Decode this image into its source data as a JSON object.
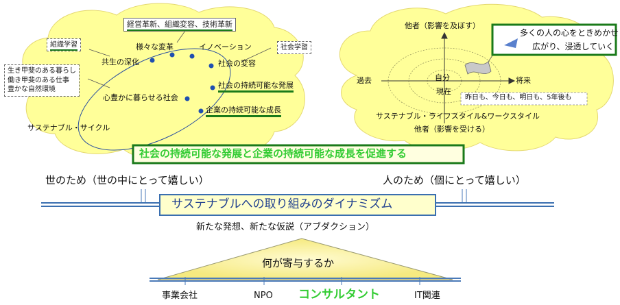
{
  "left_cloud": {
    "box_innovation": "経営革新、組織変容、技術革新",
    "box_org_learning": "組織学習",
    "box_social_learning": "社会学習",
    "box_living": [
      "生き甲斐のある暮らし",
      "働き甲斐のある仕事",
      "豊かな自然環境"
    ],
    "label_change": "様々な変革",
    "label_innovation": "イノベーション",
    "label_symbiosis": "共生の深化",
    "label_society_change": "社会の変容",
    "label_rich_life": "心豊かに暮らせる社会",
    "label_social_dev": "社会の持続可能な発展",
    "label_corp_growth": "企業の持続可能な成長",
    "label_cycle": "サステナブル・サイクル"
  },
  "right_cloud": {
    "label_others_influence": "他者（影響を及ぼす）",
    "label_past": "過去",
    "label_self": "自分",
    "label_now": "現在",
    "label_future": "将来",
    "label_days": "昨日も、今日も、明日も、5年後も",
    "label_lifestyle": "サステナブル・ライフスタイル&ワークスタイル",
    "label_others_receive": "他者（影響を受ける）",
    "callout_line1": "多くの人の心をときめかせ",
    "callout_line2": "広がり、浸透していく"
  },
  "banner": "社会の持続可能な発展と企業の持続可能な成長を促進する",
  "label_world": "世のため（世の中にとって嬉しい）",
  "label_people": "人のため（個にとって嬉しい）",
  "dynamism_title": "サステナブルへの取り組みのダイナミズム",
  "abduction": "新たな発想、新たな仮説（アブダクション）",
  "triangle_label": "何が寄与するか",
  "contributors": [
    "事業会社",
    "NPO",
    "コンサルタント",
    "IT関連"
  ],
  "colors": {
    "cloud": "#ffff99",
    "green": "#1a7a1a",
    "banner_text": "#33cc33",
    "blue_dot": "#1f4fb0",
    "dynamism_border": "#3a6fb0",
    "dynamism_bg": "#ffffcc"
  }
}
